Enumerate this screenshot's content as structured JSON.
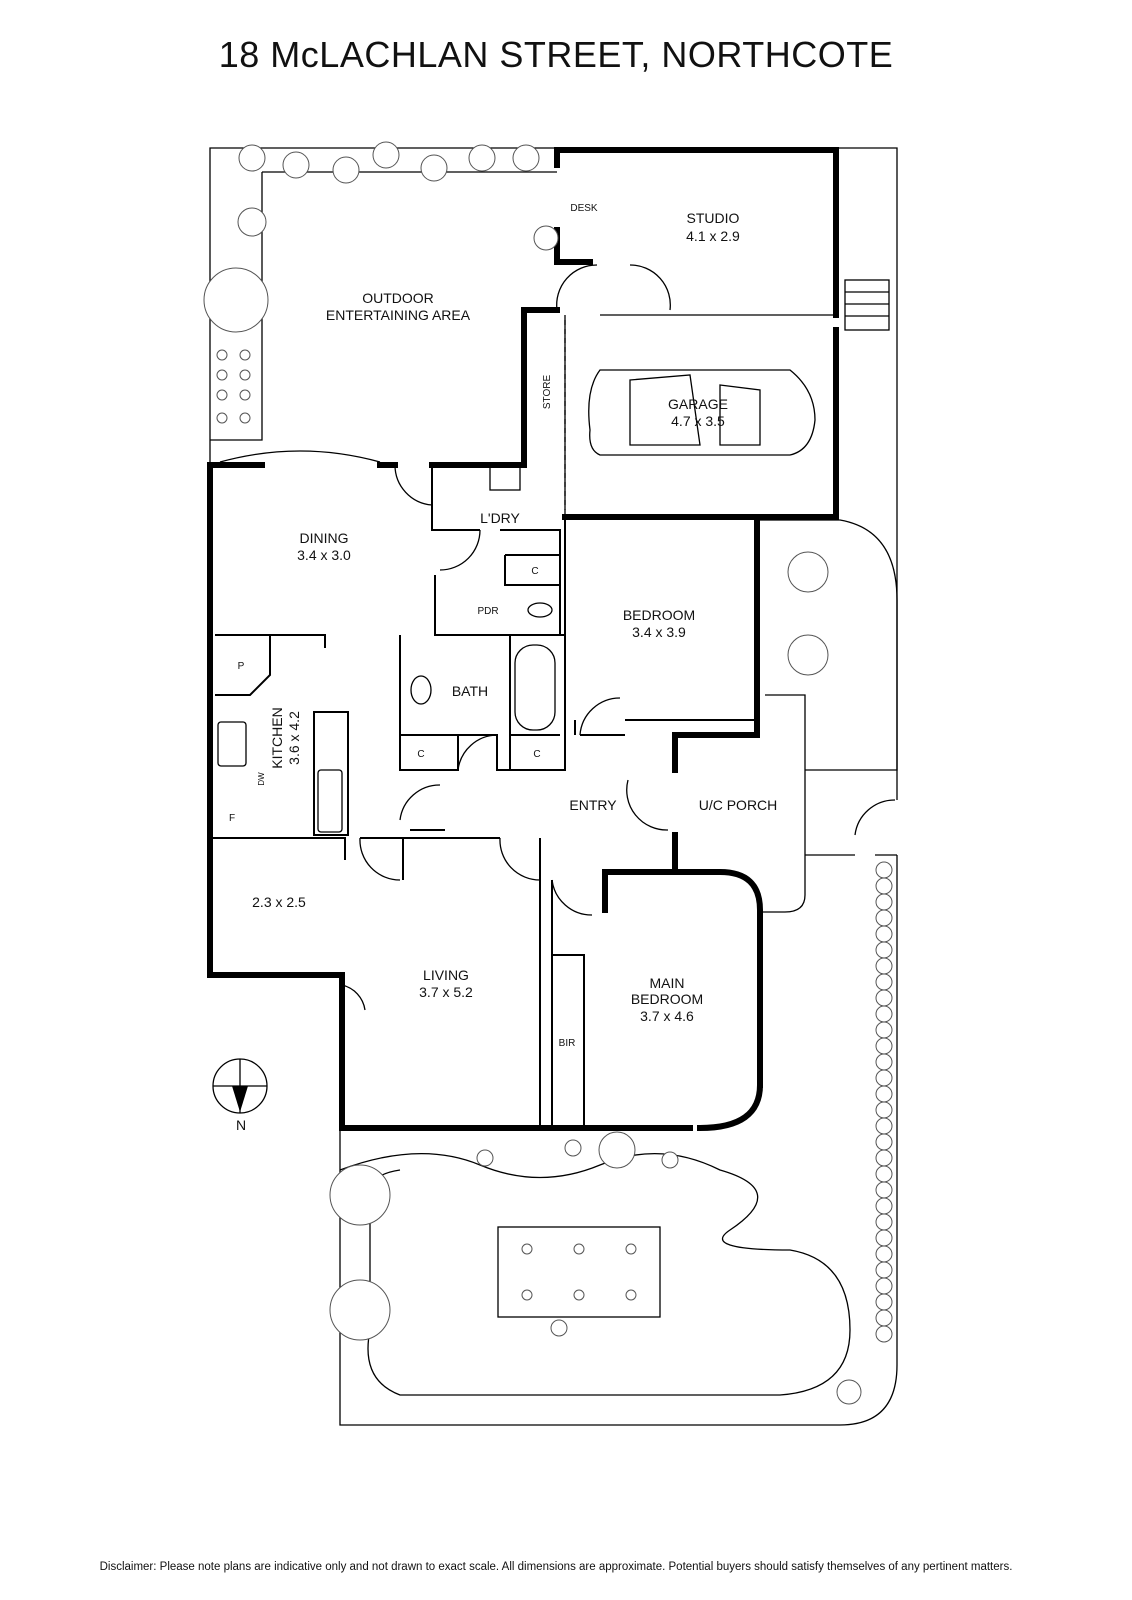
{
  "title": "18 McLACHLAN STREET, NORTHCOTE",
  "disclaimer": "Disclaimer: Please note plans are indicative only and not drawn to exact scale. All dimensions are approximate. Potential buyers should satisfy themselves of any pertinent matters.",
  "rooms": {
    "outdoor": {
      "line1": "OUTDOOR",
      "line2": "ENTERTAINING AREA"
    },
    "desk": "DESK",
    "studio": {
      "name": "STUDIO",
      "size": "4.1 x 2.9"
    },
    "store": "STORE",
    "garage": {
      "name": "GARAGE",
      "size": "4.7 x 3.5"
    },
    "laundry": "L'DRY",
    "dining": {
      "name": "DINING",
      "size": "3.4 x 3.0"
    },
    "cupboard_laundry": "C",
    "powder": "PDR",
    "bedroom": {
      "name": "BEDROOM",
      "size": "3.4 x 3.9"
    },
    "pantry": "P",
    "bath": "BATH",
    "kitchen": {
      "name": "KITCHEN",
      "size": "3.6 x 4.2"
    },
    "dishwasher": "DW",
    "fridge": "F",
    "cupboard_left": "C",
    "cupboard_right": "C",
    "entry": "ENTRY",
    "porch": "U/C PORCH",
    "study": {
      "size": "2.3 x 2.5"
    },
    "living": {
      "name": "LIVING",
      "size": "3.7 x 5.2"
    },
    "main_bedroom": {
      "line1": "MAIN",
      "line2": "BEDROOM",
      "size": "3.7 x 4.6"
    },
    "bir": "BIR"
  },
  "compass": {
    "label": "N",
    "icon": "north-arrow-icon"
  }
}
